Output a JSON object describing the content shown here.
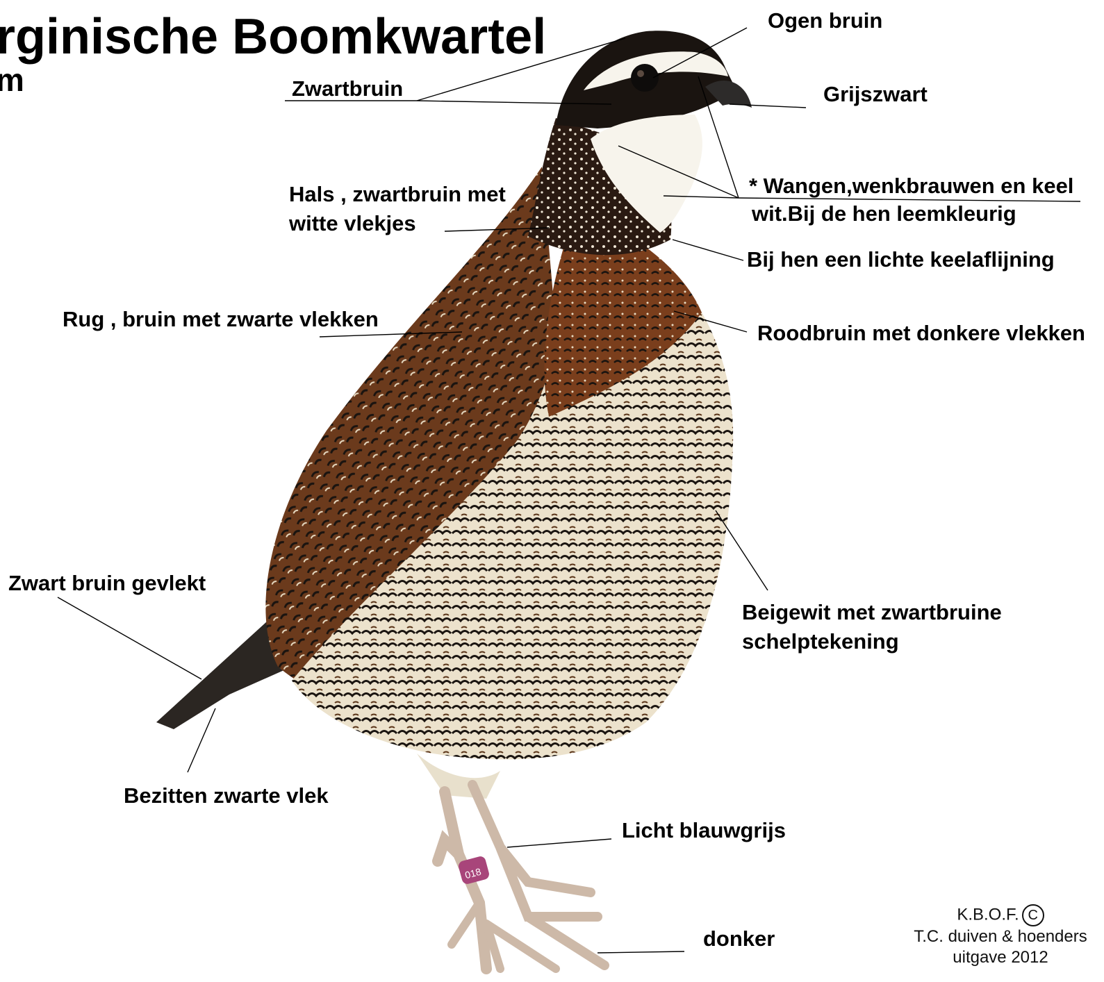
{
  "title": "rginische Boomkwartel",
  "subtitle": "m",
  "labels": {
    "ogen": "Ogen bruin",
    "zwartbruin": "Zwartbruin",
    "grijszwart": "Grijszwart",
    "wangen_1": "* Wangen,wenkbrauwen en keel",
    "wangen_2": "wit.Bij de hen leemkleurig",
    "hals_1": "Hals , zwartbruin met",
    "hals_2": "witte vlekjes",
    "keelaflijning": "Bij hen een lichte keelaflijning",
    "rug": "Rug , bruin met zwarte vlekken",
    "roodbruin": "Roodbruin met donkere vlekken",
    "zwart_bruin_gevlekt": "Zwart bruin gevlekt",
    "beigewit_1": "Beigewit met zwartbruine",
    "beigewit_2": "schelptekening",
    "bezitten": "Bezitten zwarte vlek",
    "licht_blauwgrijs": "Licht blauwgrijs",
    "donker": "donker"
  },
  "ring_text": "018",
  "credit": {
    "line1": "K.B.O.F.",
    "copyright_symbol": "C",
    "line2": "T.C. duiven & hoenders",
    "line3": "uitgave 2012"
  },
  "colors": {
    "plumage_brown": "#6b3a1c",
    "plumage_dark": "#1a1410",
    "breast_beige": "#e8dcc4",
    "face_white": "#f7f4ec",
    "legs": "#cdb9a8",
    "ring": "#a8457a"
  }
}
